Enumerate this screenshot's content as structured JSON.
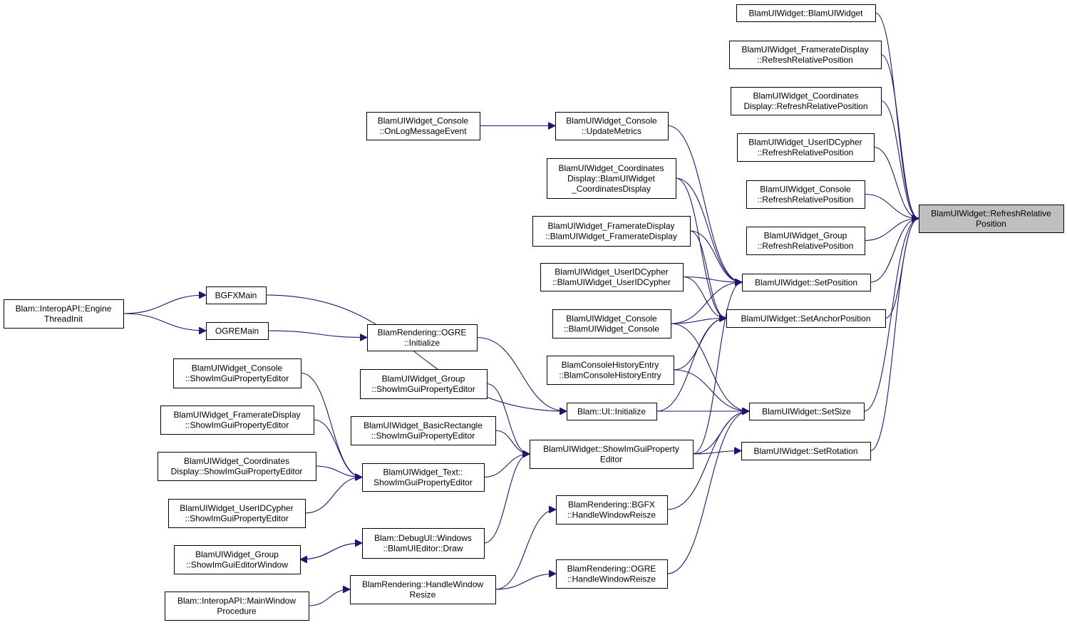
{
  "diagram": {
    "title": "",
    "colors": {
      "edge": "#191970",
      "node_border": "#000000",
      "highlight_fill": "#bfbfbf",
      "node_fill": "#ffffff"
    },
    "nodes": [
      {
        "id": "refresh",
        "lines": [
          "BlamUIWidget::RefreshRelative",
          "Position"
        ],
        "highlight": true
      },
      {
        "id": "ctor",
        "lines": [
          "BlamUIWidget::BlamUIWidget"
        ]
      },
      {
        "id": "fr_refresh",
        "lines": [
          "BlamUIWidget_FramerateDisplay",
          "::RefreshRelativePosition"
        ]
      },
      {
        "id": "co_refresh",
        "lines": [
          "BlamUIWidget_Coordinates",
          "Display::RefreshRelativePosition"
        ]
      },
      {
        "id": "uid_refresh",
        "lines": [
          "BlamUIWidget_UserIDCypher",
          "::RefreshRelativePosition"
        ]
      },
      {
        "id": "con_refresh",
        "lines": [
          "BlamUIWidget_Console",
          "::RefreshRelativePosition"
        ]
      },
      {
        "id": "grp_refresh",
        "lines": [
          "BlamUIWidget_Group",
          "::RefreshRelativePosition"
        ]
      },
      {
        "id": "setpos",
        "lines": [
          "BlamUIWidget::SetPosition"
        ]
      },
      {
        "id": "setanchor",
        "lines": [
          "BlamUIWidget::SetAnchorPosition"
        ]
      },
      {
        "id": "setsize",
        "lines": [
          "BlamUIWidget::SetSize"
        ]
      },
      {
        "id": "setrot",
        "lines": [
          "BlamUIWidget::SetRotation"
        ]
      },
      {
        "id": "con_update",
        "lines": [
          "BlamUIWidget_Console",
          "::UpdateMetrics"
        ]
      },
      {
        "id": "con_onlog",
        "lines": [
          "BlamUIWidget_Console",
          "::OnLogMessageEvent"
        ]
      },
      {
        "id": "co_ctor",
        "lines": [
          "BlamUIWidget_Coordinates",
          "Display::BlamUIWidget",
          "_CoordinatesDisplay"
        ]
      },
      {
        "id": "fr_ctor",
        "lines": [
          "BlamUIWidget_FramerateDisplay",
          "::BlamUIWidget_FramerateDisplay"
        ]
      },
      {
        "id": "uid_ctor",
        "lines": [
          "BlamUIWidget_UserIDCypher",
          "::BlamUIWidget_UserIDCypher"
        ]
      },
      {
        "id": "con_ctor",
        "lines": [
          "BlamUIWidget_Console",
          "::BlamUIWidget_Console"
        ]
      },
      {
        "id": "hist_ctor",
        "lines": [
          "BlamConsoleHistoryEntry",
          "::BlamConsoleHistoryEntry"
        ]
      },
      {
        "id": "ui_init",
        "lines": [
          "Blam::UI::Initialize"
        ]
      },
      {
        "id": "show_editor",
        "lines": [
          "BlamUIWidget::ShowImGuiProperty",
          "Editor"
        ]
      },
      {
        "id": "bgfx_resize",
        "lines": [
          "BlamRendering::BGFX",
          "::HandleWindowReisze"
        ]
      },
      {
        "id": "ogre_resize",
        "lines": [
          "BlamRendering::OGRE",
          "::HandleWindowReisze"
        ]
      },
      {
        "id": "bgfxmain",
        "lines": [
          "BGFXMain"
        ]
      },
      {
        "id": "ogremain",
        "lines": [
          "OGREMain"
        ]
      },
      {
        "id": "engine_init",
        "lines": [
          "Blam::InteropAPI::Engine",
          "ThreadInit"
        ]
      },
      {
        "id": "ogre_init",
        "lines": [
          "BlamRendering::OGRE",
          "::Initialize"
        ]
      },
      {
        "id": "grp_show",
        "lines": [
          "BlamUIWidget_Group",
          "::ShowImGuiPropertyEditor"
        ]
      },
      {
        "id": "rect_show",
        "lines": [
          "BlamUIWidget_BasicRectangle",
          "::ShowImGuiPropertyEditor"
        ]
      },
      {
        "id": "text_show",
        "lines": [
          "BlamUIWidget_Text::",
          "ShowImGuiPropertyEditor"
        ]
      },
      {
        "id": "con_show",
        "lines": [
          "BlamUIWidget_Console",
          "::ShowImGuiPropertyEditor"
        ]
      },
      {
        "id": "fr_show",
        "lines": [
          "BlamUIWidget_FramerateDisplay",
          "::ShowImGuiPropertyEditor"
        ]
      },
      {
        "id": "co_show",
        "lines": [
          "BlamUIWidget_Coordinates",
          "Display::ShowImGuiPropertyEditor"
        ]
      },
      {
        "id": "uid_show",
        "lines": [
          "BlamUIWidget_UserIDCypher",
          "::ShowImGuiPropertyEditor"
        ]
      },
      {
        "id": "debug_draw",
        "lines": [
          "Blam::DebugUI::Windows",
          "::BlamUIEditor::Draw"
        ]
      },
      {
        "id": "grp_window",
        "lines": [
          "BlamUIWidget_Group",
          "::ShowImGuiEditorWindow"
        ]
      },
      {
        "id": "handle_resize",
        "lines": [
          "BlamRendering::HandleWindow",
          "Resize"
        ]
      },
      {
        "id": "main_proc",
        "lines": [
          "Blam::InteropAPI::MainWindow",
          "Procedure"
        ]
      }
    ],
    "edges": [
      [
        "ctor",
        "refresh"
      ],
      [
        "fr_refresh",
        "refresh"
      ],
      [
        "co_refresh",
        "refresh"
      ],
      [
        "uid_refresh",
        "refresh"
      ],
      [
        "con_refresh",
        "refresh"
      ],
      [
        "grp_refresh",
        "refresh"
      ],
      [
        "setpos",
        "refresh"
      ],
      [
        "setanchor",
        "refresh"
      ],
      [
        "setsize",
        "refresh"
      ],
      [
        "setrot",
        "refresh"
      ],
      [
        "con_onlog",
        "con_update"
      ],
      [
        "con_update",
        "setpos"
      ],
      [
        "co_ctor",
        "setpos"
      ],
      [
        "fr_ctor",
        "setpos"
      ],
      [
        "uid_ctor",
        "setpos"
      ],
      [
        "con_ctor",
        "setpos"
      ],
      [
        "show_editor",
        "setpos"
      ],
      [
        "co_ctor",
        "setanchor"
      ],
      [
        "fr_ctor",
        "setanchor"
      ],
      [
        "uid_ctor",
        "setanchor"
      ],
      [
        "con_ctor",
        "setanchor"
      ],
      [
        "hist_ctor",
        "setanchor"
      ],
      [
        "ui_init",
        "setanchor"
      ],
      [
        "con_ctor",
        "setsize"
      ],
      [
        "hist_ctor",
        "setsize"
      ],
      [
        "ui_init",
        "setsize"
      ],
      [
        "show_editor",
        "setsize"
      ],
      [
        "bgfx_resize",
        "setsize"
      ],
      [
        "ogre_resize",
        "setsize"
      ],
      [
        "show_editor",
        "setrot"
      ],
      [
        "bgfxmain",
        "ui_init"
      ],
      [
        "ogre_init",
        "ui_init"
      ],
      [
        "engine_init",
        "bgfxmain"
      ],
      [
        "engine_init",
        "ogremain"
      ],
      [
        "ogremain",
        "ogre_init"
      ],
      [
        "grp_show",
        "show_editor"
      ],
      [
        "rect_show",
        "show_editor"
      ],
      [
        "text_show",
        "show_editor"
      ],
      [
        "debug_draw",
        "show_editor"
      ],
      [
        "con_show",
        "text_show"
      ],
      [
        "fr_show",
        "text_show"
      ],
      [
        "co_show",
        "text_show"
      ],
      [
        "uid_show",
        "text_show"
      ],
      [
        "debug_draw",
        "grp_window"
      ],
      [
        "grp_window",
        "debug_draw"
      ],
      [
        "handle_resize",
        "bgfx_resize"
      ],
      [
        "handle_resize",
        "ogre_resize"
      ],
      [
        "main_proc",
        "handle_resize"
      ]
    ]
  }
}
